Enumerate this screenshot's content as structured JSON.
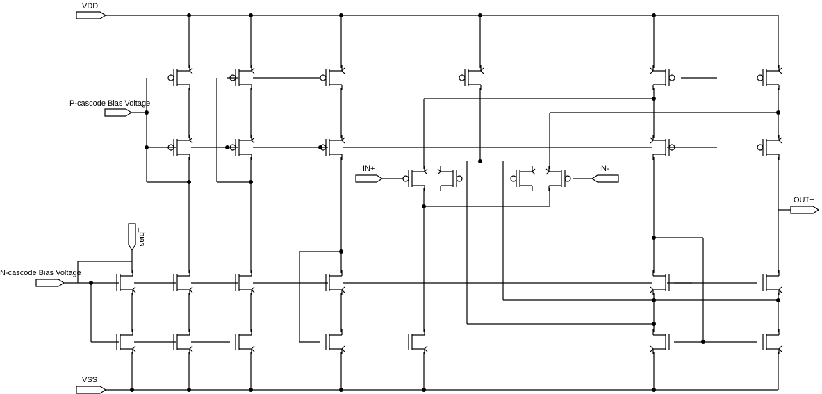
{
  "labels": {
    "vdd": "VDD",
    "vss": "VSS",
    "pcascode": "P-cascode Bias Voltage",
    "ncascode": "N-cascode Bias Voltage",
    "ibias": "I_bias",
    "inp": "IN+",
    "inm": "IN-",
    "outp": "OUT+"
  }
}
